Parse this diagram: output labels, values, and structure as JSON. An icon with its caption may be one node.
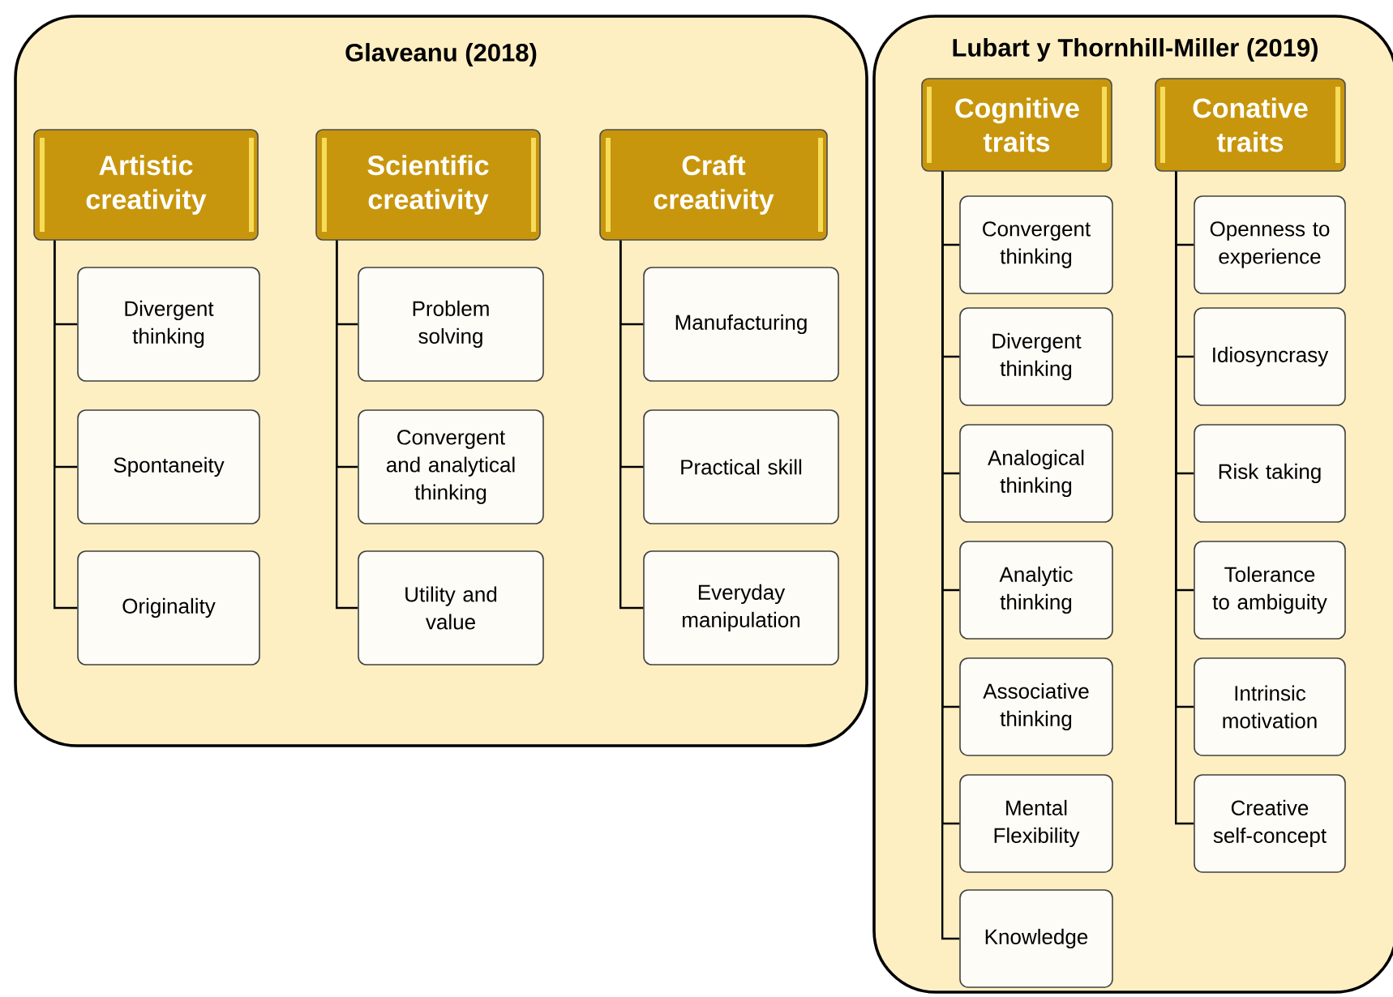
{
  "diagram": {
    "nodes": [
      {
        "text": [
          "Glaveanu (2018)"
        ]
      },
      {
        "text": [
          "Artistic creativity"
        ],
        "in": 0
      },
      {
        "text": [
          "Divergent thinking"
        ],
        "in": 0
      },
      {
        "text": [
          "Spontaneity"
        ],
        "in": 0
      },
      {
        "text": [
          "Originality"
        ],
        "in": 0
      },
      {
        "text": [
          "Scientific creativity"
        ],
        "in": 0
      },
      {
        "text": [
          "Problem solving"
        ],
        "in": 0
      },
      {
        "text": [
          "Convergent and analytical thinking"
        ],
        "in": 0
      },
      {
        "text": [
          "Utility and value"
        ],
        "in": 0
      },
      {
        "text": [
          "Craft creativity"
        ],
        "in": 0
      },
      {
        "text": [
          "Manufacturing"
        ],
        "in": 0
      },
      {
        "text": [
          "Practical skill"
        ],
        "in": 0
      },
      {
        "text": [
          "Everyday manipulation"
        ],
        "in": 0
      },
      {
        "text": [
          "Lubart y Thornhill-Miller (2019)"
        ]
      },
      {
        "text": [
          "Cognitive traits"
        ],
        "in": 13
      },
      {
        "text": [
          "Convergent thinking"
        ],
        "in": 13
      },
      {
        "text": [
          "Divergent thinking"
        ],
        "in": 13
      },
      {
        "text": [
          "Analogical thinking"
        ],
        "in": 13
      },
      {
        "text": [
          "Analytic thinking"
        ],
        "in": 13
      },
      {
        "text": [
          "Associative thinking"
        ],
        "in": 13
      },
      {
        "text": [
          "Mental Flexibility"
        ],
        "in": 13
      },
      {
        "text": [
          "Knowledge"
        ],
        "in": 13
      },
      {
        "text": [
          "Conative traits"
        ],
        "in": 13
      },
      {
        "text": [
          "Openness to experience"
        ],
        "in": 13
      },
      {
        "text": [
          "Idiosyncrasy"
        ],
        "in": 13
      },
      {
        "text": [
          "Risk taking"
        ],
        "in": 13
      },
      {
        "text": [
          "Tolerance to ambiguity"
        ],
        "in": 13
      },
      {
        "text": [
          "Intrinsic motivation"
        ],
        "in": 13
      },
      {
        "text": [
          "Creative self-concept"
        ],
        "in": 13
      }
    ],
    "edges": [
      {
        "from": 1,
        "to": 2,
        "arrow": "none"
      },
      {
        "from": 1,
        "to": 3,
        "arrow": "none"
      },
      {
        "from": 1,
        "to": 4,
        "arrow": "none"
      },
      {
        "from": 5,
        "to": 6,
        "arrow": "none"
      },
      {
        "from": 5,
        "to": 7,
        "arrow": "none"
      },
      {
        "from": 5,
        "to": 8,
        "arrow": "none"
      },
      {
        "from": 9,
        "to": 10,
        "arrow": "none"
      },
      {
        "from": 9,
        "to": 11,
        "arrow": "none"
      },
      {
        "from": 9,
        "to": 12,
        "arrow": "none"
      },
      {
        "from": 14,
        "to": 15,
        "arrow": "none"
      },
      {
        "from": 14,
        "to": 16,
        "arrow": "none"
      },
      {
        "from": 14,
        "to": 17,
        "arrow": "none"
      },
      {
        "from": 14,
        "to": 18,
        "arrow": "none"
      },
      {
        "from": 14,
        "to": 19,
        "arrow": "none"
      },
      {
        "from": 14,
        "to": 20,
        "arrow": "none"
      },
      {
        "from": 14,
        "to": 21,
        "arrow": "none"
      },
      {
        "from": 22,
        "to": 23,
        "arrow": "none"
      },
      {
        "from": 22,
        "to": 24,
        "arrow": "none"
      },
      {
        "from": 22,
        "to": 25,
        "arrow": "none"
      },
      {
        "from": 22,
        "to": 26,
        "arrow": "none"
      },
      {
        "from": 22,
        "to": 27,
        "arrow": "none"
      },
      {
        "from": 22,
        "to": 28,
        "arrow": "none"
      }
    ]
  }
}
